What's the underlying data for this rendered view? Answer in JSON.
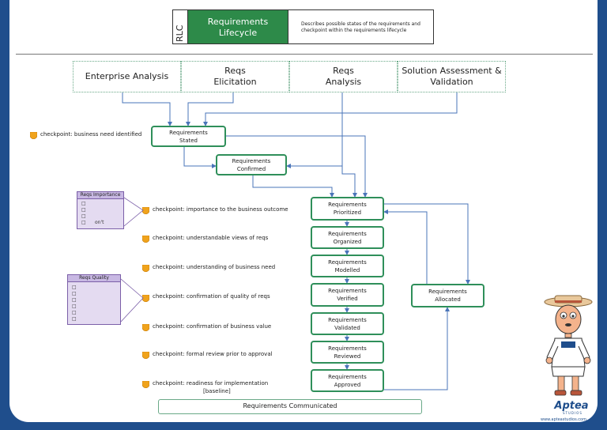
{
  "header": {
    "tag": "RLC",
    "title_line1": "Requirements",
    "title_line2": "Lifecycle",
    "desc_line1": "Describes possible states of the requirements and",
    "desc_line2": "checkpoint within the requirements lifecycle"
  },
  "phases": [
    {
      "line1": "Enterprise Analysis",
      "line2": ""
    },
    {
      "line1": "Reqs",
      "line2": "Elicitation"
    },
    {
      "line1": "Reqs",
      "line2": "Analysis"
    },
    {
      "line1": "Solution Assessment &",
      "line2": "Validation"
    }
  ],
  "states": {
    "stated": {
      "line1": "Requirements",
      "line2": "Stated"
    },
    "confirmed": {
      "line1": "Requirements",
      "line2": "Confirmed"
    },
    "prioritized": {
      "line1": "Requirements",
      "line2": "Prioritized"
    },
    "organized": {
      "line1": "Requirements",
      "line2": "Organized"
    },
    "modelled": {
      "line1": "Requirements",
      "line2": "Modelled"
    },
    "verified": {
      "line1": "Requirements",
      "line2": "Verified"
    },
    "validated": {
      "line1": "Requirements",
      "line2": "Validated"
    },
    "reviewed": {
      "line1": "Requirements",
      "line2": "Reviewed"
    },
    "approved": {
      "line1": "Requirements",
      "line2": "Approved"
    },
    "allocated": {
      "line1": "Requirements",
      "line2": "Allocated"
    }
  },
  "checkpoints": [
    "checkpoint: business need identified",
    "checkpoint: importance to the business outcome",
    "checkpoint: understandable views of reqs",
    "checkpoint: understanding of business need",
    "checkpoint: confirmation of quality of reqs",
    "checkpoint: confirmation of business value",
    "checkpoint: formal review prior to approval",
    "checkpoint: readiness for implementation",
    "[baseline]"
  ],
  "legend_importance": {
    "title": "Reqs Importance",
    "items": [
      "□",
      "□",
      "□",
      "□"
    ],
    "note": "on't"
  },
  "legend_quality": {
    "title": "Reqs Quality",
    "items": [
      "□",
      "□",
      "□",
      "□",
      "□",
      "□"
    ]
  },
  "communicated": "Requirements Communicated",
  "brand": {
    "name": "Aptea",
    "tagline": "STUDIOS",
    "url": "www.apteastudios.com",
    "mascot": "mascot-illustration"
  },
  "icons": {
    "checkpoint": "shield-icon",
    "checkpoint_color": "#f0a31c"
  },
  "colors": {
    "background": "#1f4e8c",
    "title_green": "#2d8a49",
    "state_border": "#2f8f5a",
    "connector": "#4a74b8",
    "legend_fill": "#e4dbf1",
    "legend_border": "#7b5fa8"
  }
}
